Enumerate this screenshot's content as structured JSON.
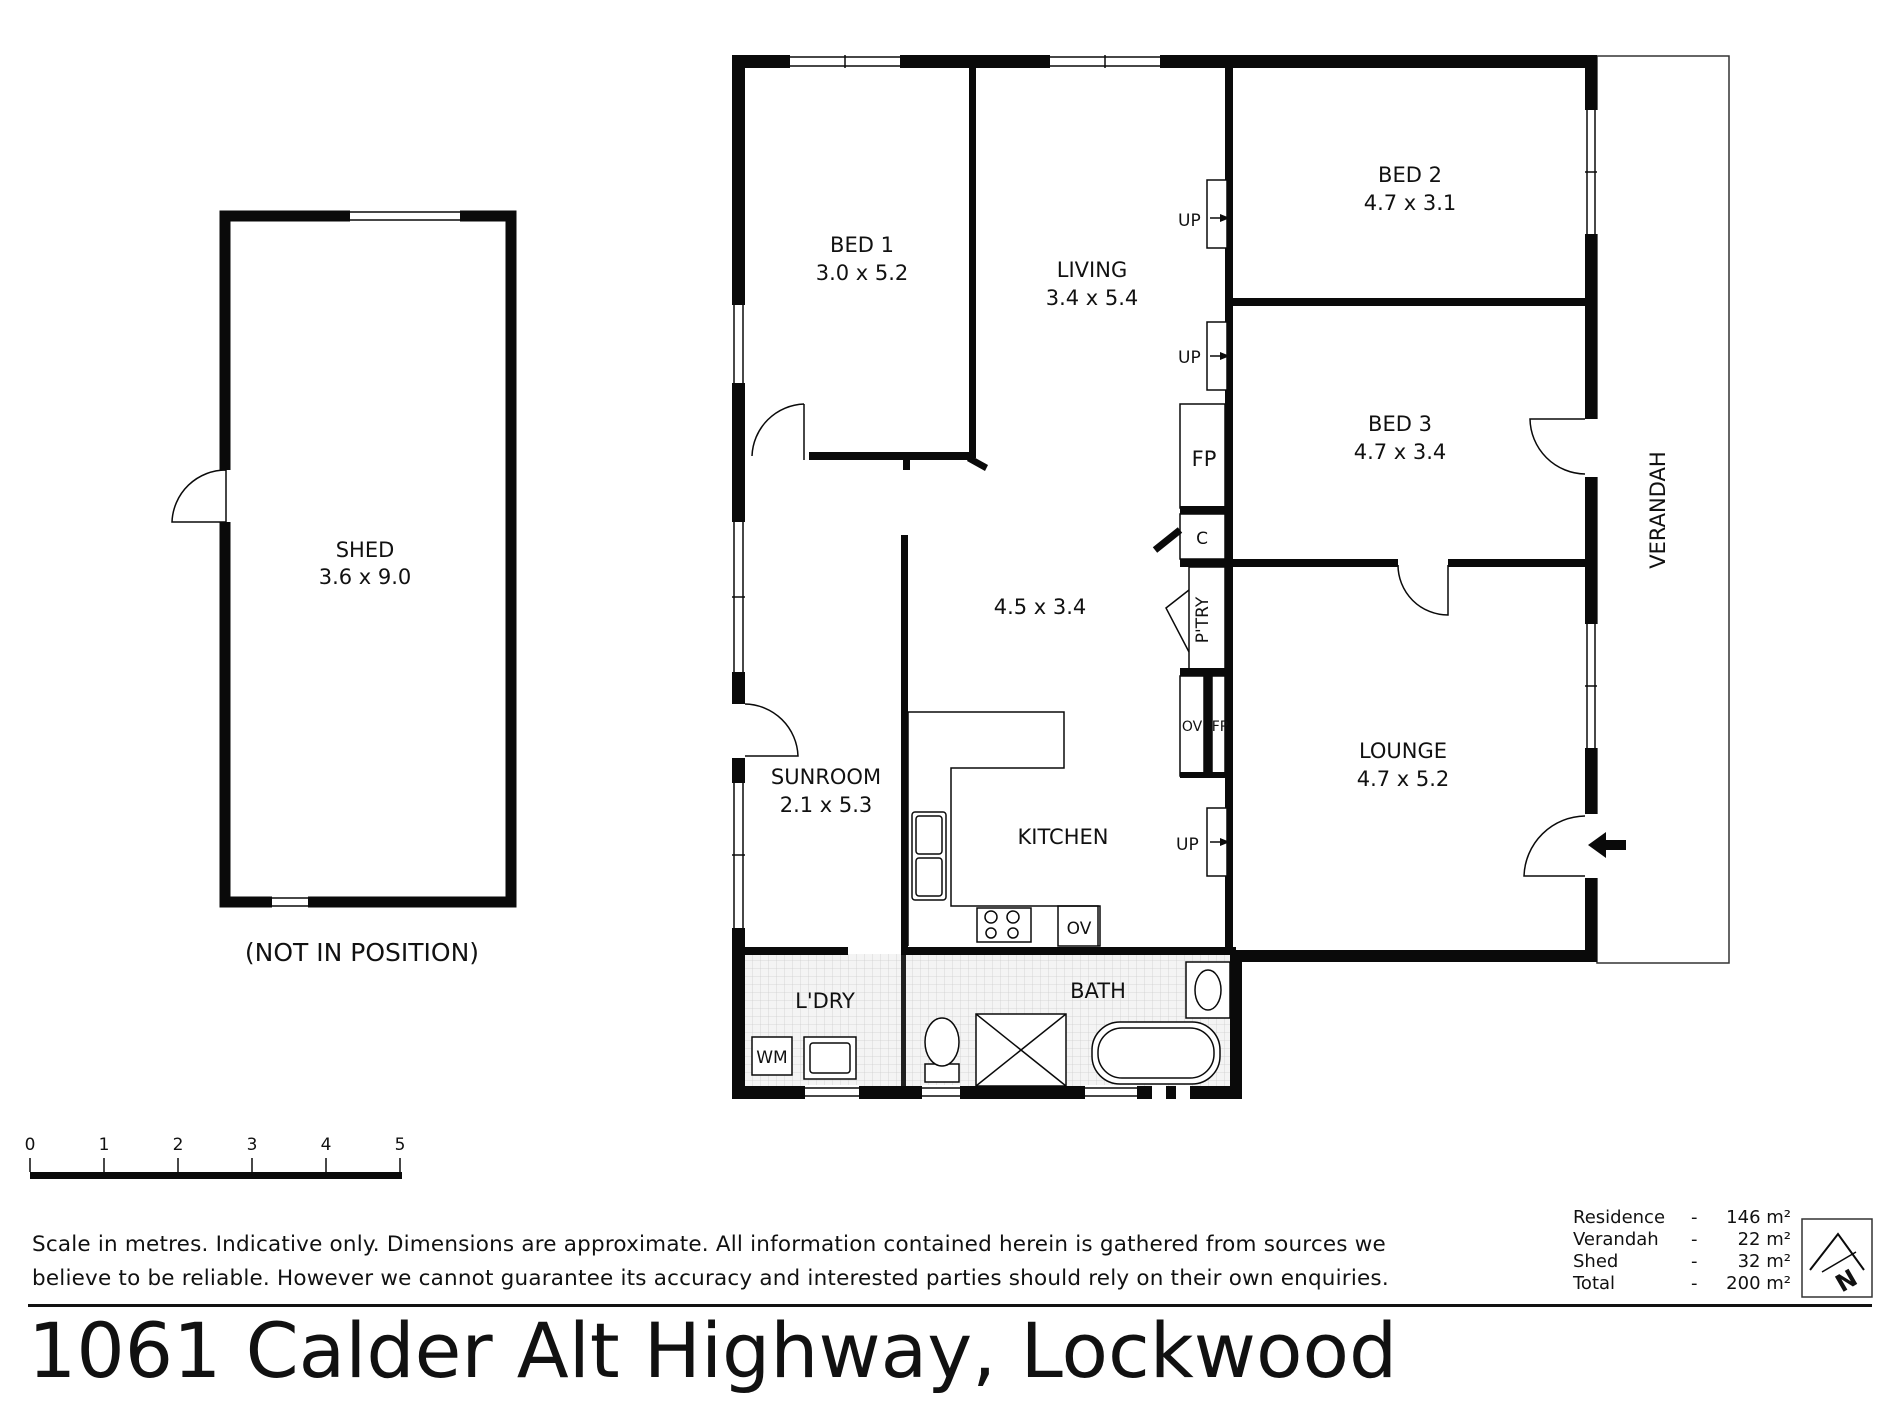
{
  "rooms": {
    "bed1": {
      "name": "BED 1",
      "size": "3.0 x 5.2"
    },
    "living": {
      "name": "LIVING",
      "size": "3.4 x 5.4"
    },
    "bed2": {
      "name": "BED 2",
      "size": "4.7 x 3.1"
    },
    "bed3": {
      "name": "BED 3",
      "size": "4.7 x 3.4"
    },
    "lounge": {
      "name": "LOUNGE",
      "size": "4.7 x 5.2"
    },
    "dining": {
      "size": "4.5 x 3.4"
    },
    "kitchen": {
      "name": "KITCHEN"
    },
    "sunroom": {
      "name": "SUNROOM",
      "size": "2.1 x 5.3"
    },
    "laundry": {
      "name": "L'DRY"
    },
    "bath": {
      "name": "BATH"
    },
    "shed": {
      "name": "SHED",
      "size": "3.6 x 9.0"
    },
    "verandah": {
      "name": "VERANDAH"
    }
  },
  "fixtures": {
    "fp_large": "FP",
    "cupboard": "C",
    "pantry": "P'TRY",
    "oven_wall": "OV",
    "fp_small": "FP",
    "oven_kitchen": "OV",
    "washing_machine": "WM",
    "up_label": "UP"
  },
  "shed_note": "(NOT IN POSITION)",
  "scale": {
    "ticks": [
      "0",
      "1",
      "2",
      "3",
      "4",
      "5"
    ]
  },
  "disclaimer": {
    "line1": "Scale in metres. Indicative only. Dimensions are approximate.  All information contained herein is gathered from sources we",
    "line2": "believe to be reliable. However we cannot guarantee its accuracy and interested parties should rely on their own enquiries."
  },
  "areas": [
    {
      "name": "Residence",
      "value": "146 m²"
    },
    {
      "name": "Verandah",
      "value": "22 m²"
    },
    {
      "name": "Shed",
      "value": "32 m²"
    },
    {
      "name": "Total",
      "value": "200 m²"
    }
  ],
  "address": "1061 Calder Alt Highway, Lockwood",
  "compass": {
    "letter": "N"
  },
  "colors": {
    "wall": "#0a0a0a",
    "tile": "#ececec"
  }
}
